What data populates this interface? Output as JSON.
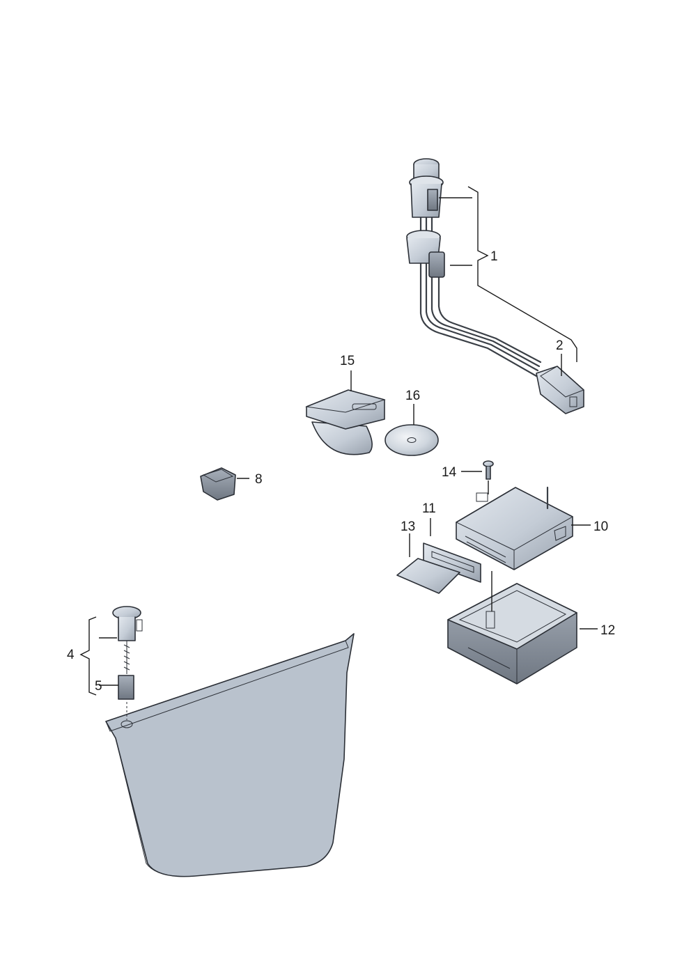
{
  "callouts": {
    "c1": "1",
    "c2": "2",
    "c4": "4",
    "c5": "5",
    "c8": "8",
    "c10": "10",
    "c11": "11",
    "c12": "12",
    "c13": "13",
    "c14": "14",
    "c15": "15",
    "c16": "16"
  },
  "colors": {
    "part_fill": "#c4ccd6",
    "part_light": "#dfe4ea",
    "part_dark": "#8f98a4",
    "outline": "#2b2f36"
  }
}
